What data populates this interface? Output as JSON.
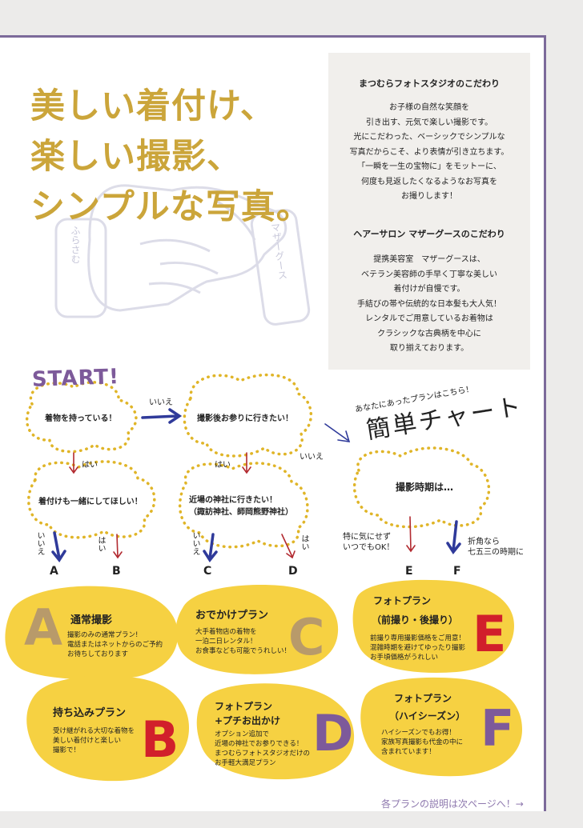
{
  "headline": [
    "美しい着付け、",
    "楽しい撮影、",
    "シンプルな写真。"
  ],
  "stamp_text": [
    "ふらさむ",
    "マザーグース"
  ],
  "info": {
    "studio_title": "まつむらフォトスタジオのこだわり",
    "studio_body": [
      "お子様の自然な笑顔を",
      "引き出す、元気で楽しい撮影です。",
      "光にこだわった、ベーシックでシンプルな",
      "写真だからこそ、より表情が引き立ちます。",
      "「一瞬を一生の宝物に」をモットーに、",
      "何度も見返したくなるようなお写真を",
      "お撮りします！"
    ],
    "salon_title": "ヘアーサロン マザーグースのこだわり",
    "salon_body": [
      "提携美容室　マザーグースは、",
      "ベテラン美容師の手早く丁寧な美しい",
      "着付けが自慢です。",
      "手結びの帯や伝統的な日本髪も大人気！",
      "レンタルでご用意しているお着物は",
      "クラシックな古典柄を中心に",
      "取り揃えております。"
    ]
  },
  "chart": {
    "start": "START!",
    "subtitle": "あなたにあったプランはこちら！",
    "title": "簡単チャート",
    "q1": "着物を持っている！",
    "q2": "撮影後お参りに行きたい！",
    "q3": "着付けも一緒にしてほしい！",
    "q4": [
      "近場の神社に行きたい！",
      "（諏訪神社、師岡熊野神社）"
    ],
    "q5": "撮影時期は…",
    "yes": "はい",
    "no": "いいえ",
    "e_note": [
      "特に気にせず",
      "いつでもOK！"
    ],
    "f_note": [
      "折角なら",
      "七五三の時期に"
    ],
    "letters": [
      "A",
      "B",
      "C",
      "D",
      "E",
      "F"
    ]
  },
  "plans": {
    "A": {
      "title": [
        "通常撮影"
      ],
      "desc": [
        "撮影のみの通常プラン!",
        "電話またはネットからのご予約",
        "お待ちしております"
      ]
    },
    "B": {
      "title": [
        "持ち込みプラン"
      ],
      "desc": [
        "受け継がれる大切な着物を",
        "美しい着付けと楽しい",
        "撮影で！"
      ]
    },
    "C": {
      "title": [
        "おでかけプラン"
      ],
      "desc": [
        "大手着物店の着物を",
        "一泊二日レンタル！",
        "お食事なども可能でうれしい！"
      ]
    },
    "D": {
      "title": [
        "フォトプラン",
        "+プチお出かけ"
      ],
      "desc": [
        "オプション追加で",
        "近場の神社でお参りできる！",
        "まつむらフォトスタジオだけの",
        "お手軽大満足プラン"
      ]
    },
    "E": {
      "title": [
        "フォトプラン",
        "（前撮り・後撮り）"
      ],
      "desc": [
        "前撮り専用撮影価格をご用意！",
        "混雑時期を避けてゆったり撮影",
        "お手頃価格がうれしい"
      ]
    },
    "F": {
      "title": [
        "フォトプラン",
        "（ハイシーズン）"
      ],
      "desc": [
        "ハイシーズンでもお得！",
        "家族写真撮影も代金の中に",
        "含まれています！"
      ]
    }
  },
  "footer": "各プランの説明は次ページへ！→",
  "colors": {
    "gold": "#cba53a",
    "purple": "#7d5a9a",
    "yellow": "#f6d142",
    "red": "#d11f2b",
    "blue": "#2f3a9a",
    "dot": "#e0b528"
  }
}
